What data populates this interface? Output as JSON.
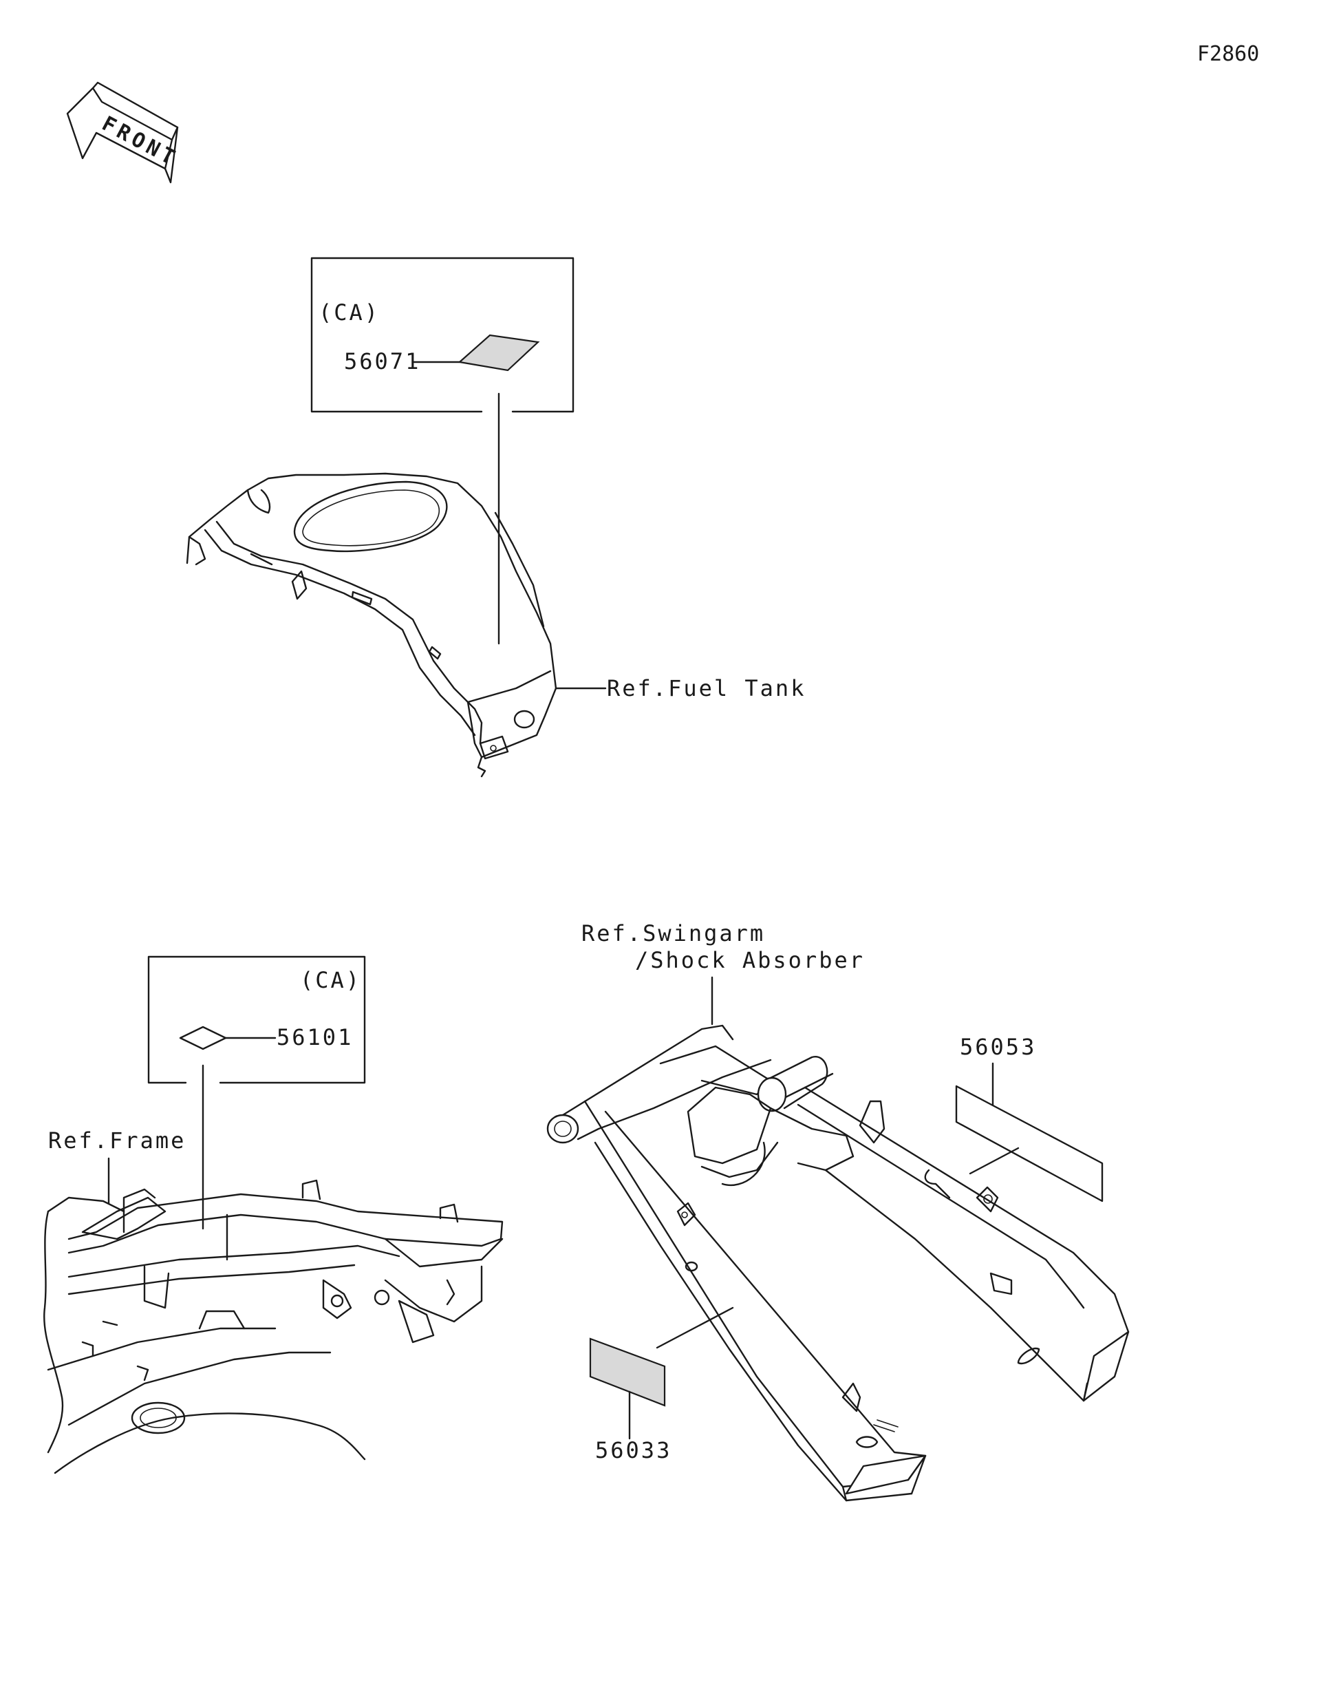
{
  "figure_code": "F2860",
  "front_label": "FRONT",
  "callouts": {
    "fuel_tank_box": {
      "variant": "(CA)",
      "part": "56071"
    },
    "fuel_tank_ref": "Ref.Fuel Tank",
    "frame_box": {
      "variant": "(CA)",
      "part": "56101"
    },
    "frame_ref": "Ref.Frame",
    "swingarm_ref_line1": "Ref.Swingarm",
    "swingarm_ref_line2": "/Shock Absorber",
    "swingarm_label_right": "56053",
    "swingarm_label_left": "56033"
  }
}
